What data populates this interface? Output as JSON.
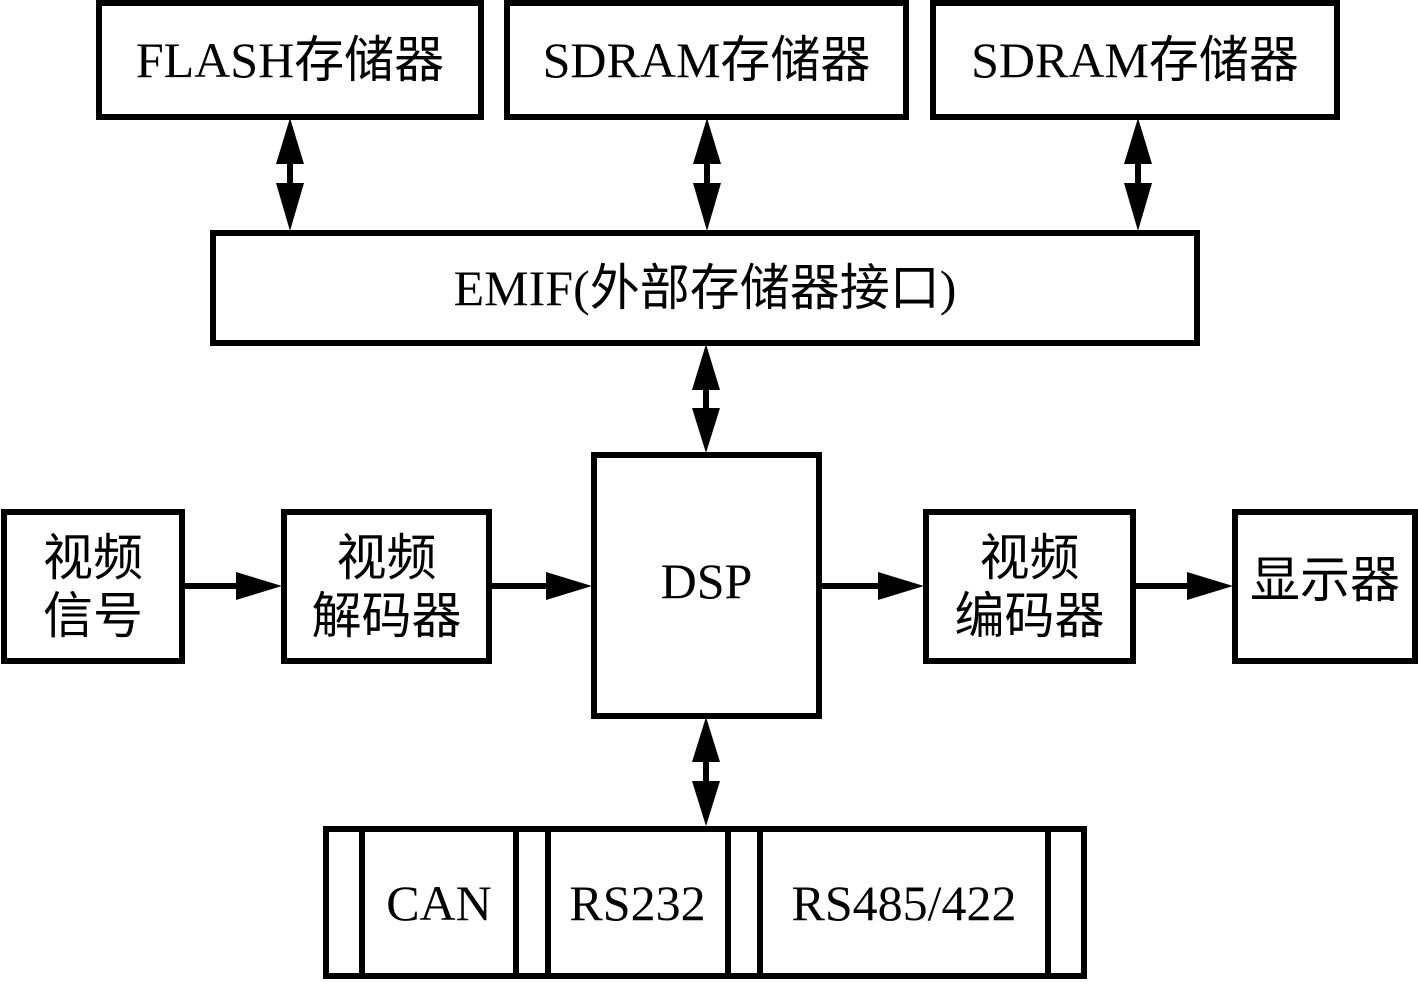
{
  "memories": [
    {
      "id": "flash",
      "label": "FLASH存储器"
    },
    {
      "id": "sdram1",
      "label": "SDRAM存储器"
    },
    {
      "id": "sdram2",
      "label": "SDRAM存储器"
    }
  ],
  "emif": {
    "label": "EMIF(外部存储器接口)"
  },
  "dsp": {
    "label": "DSP"
  },
  "video_chain": {
    "video_signal": "视频\n信号",
    "video_decoder": "视频\n解码器",
    "video_encoder": "视频\n编码器",
    "display": "显示器"
  },
  "bus": {
    "interfaces": [
      "CAN",
      "RS232",
      "RS485/422"
    ]
  },
  "connections": [
    {
      "from": "FLASH存储器",
      "to": "EMIF",
      "type": "bidirectional"
    },
    {
      "from": "SDRAM存储器",
      "to": "EMIF",
      "type": "bidirectional"
    },
    {
      "from": "SDRAM存储器",
      "to": "EMIF",
      "type": "bidirectional"
    },
    {
      "from": "EMIF",
      "to": "DSP",
      "type": "bidirectional"
    },
    {
      "from": "视频信号",
      "to": "视频解码器",
      "type": "directed"
    },
    {
      "from": "视频解码器",
      "to": "DSP",
      "type": "directed"
    },
    {
      "from": "DSP",
      "to": "视频编码器",
      "type": "directed"
    },
    {
      "from": "视频编码器",
      "to": "显示器",
      "type": "directed"
    },
    {
      "from": "DSP",
      "to": "CAN/RS232/RS485/422",
      "type": "bidirectional"
    }
  ]
}
